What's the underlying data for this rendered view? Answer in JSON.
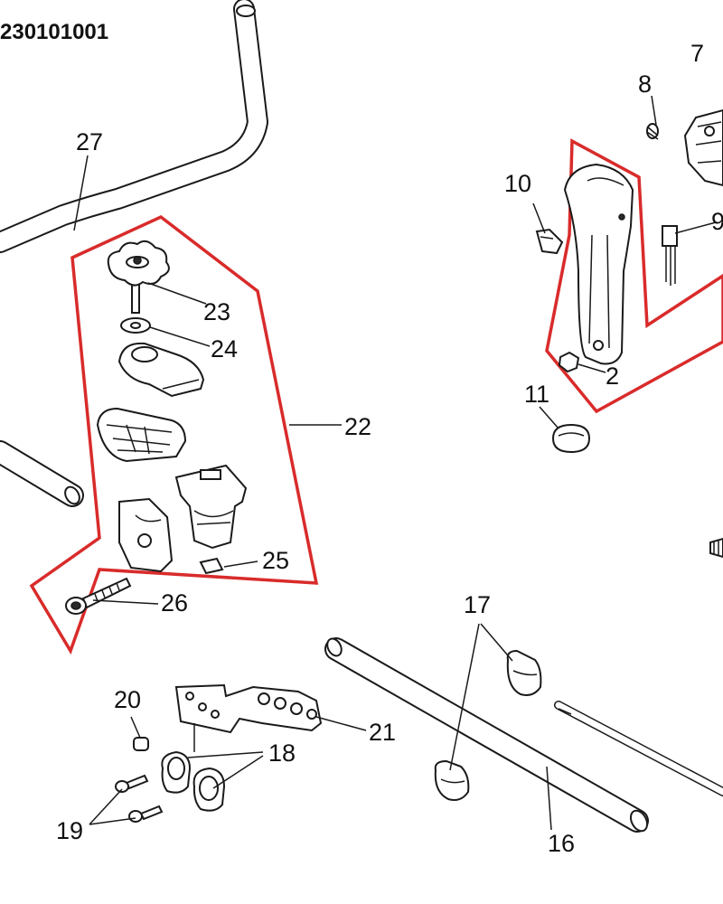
{
  "header": {
    "code": "230101001"
  },
  "colors": {
    "highlight": "#d92b2b",
    "line": "#1a1a1a",
    "background": "#ffffff"
  },
  "callouts": {
    "c2": "2",
    "c7": "7",
    "c8": "8",
    "c9": "9",
    "c10": "10",
    "c11": "11",
    "c16": "16",
    "c17": "17",
    "c18": "18",
    "c19": "19",
    "c20": "20",
    "c21": "21",
    "c22": "22",
    "c23": "23",
    "c24": "24",
    "c25": "25",
    "c26": "26",
    "c27": "27"
  }
}
